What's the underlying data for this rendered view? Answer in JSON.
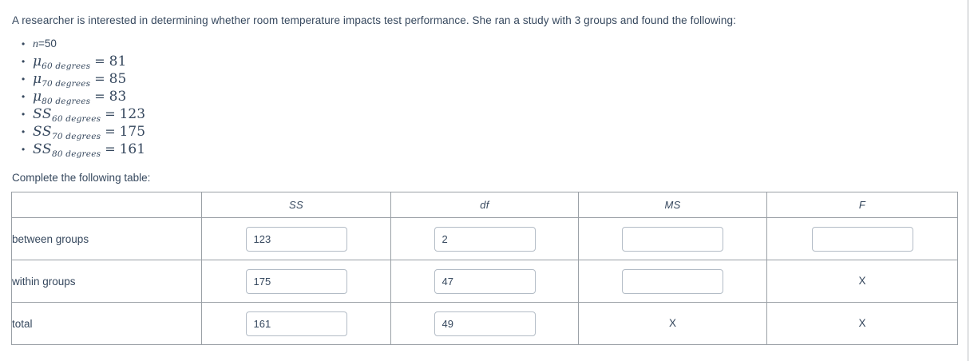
{
  "question": {
    "prompt": "A researcher is interested in determining whether room temperature impacts test performance.  She ran a study with 3 groups and found the following:",
    "instruction": "Complete the following table:",
    "givens": [
      {
        "id": "n",
        "symbol": "n",
        "subscript": "",
        "equals": "=",
        "value": "50",
        "style": "plain"
      },
      {
        "id": "mu60",
        "symbol": "μ",
        "subscript": "60 degrees",
        "equals": "=",
        "value": "81",
        "style": "math"
      },
      {
        "id": "mu70",
        "symbol": "μ",
        "subscript": "70 degrees",
        "equals": "=",
        "value": "85",
        "style": "math"
      },
      {
        "id": "mu80",
        "symbol": "μ",
        "subscript": "80 degrees",
        "equals": "=",
        "value": "83",
        "style": "math"
      },
      {
        "id": "ss60",
        "symbol": "SS",
        "subscript": "60 degrees",
        "equals": "=",
        "value": "123",
        "style": "math"
      },
      {
        "id": "ss70",
        "symbol": "SS",
        "subscript": "70 degrees",
        "equals": "=",
        "value": "175",
        "style": "math"
      },
      {
        "id": "ss80",
        "symbol": "SS",
        "subscript": "80 degrees",
        "equals": "=",
        "value": "161",
        "style": "math"
      }
    ]
  },
  "table": {
    "headers": {
      "blank": "",
      "ss": "SS",
      "df": "df",
      "ms": "MS",
      "f": "F"
    },
    "rows": [
      {
        "label": "between groups",
        "ss": {
          "type": "input",
          "value": "123"
        },
        "df": {
          "type": "input",
          "value": "2"
        },
        "ms": {
          "type": "input",
          "value": ""
        },
        "f": {
          "type": "input",
          "value": ""
        }
      },
      {
        "label": "within groups",
        "ss": {
          "type": "input",
          "value": "175"
        },
        "df": {
          "type": "input",
          "value": "47"
        },
        "ms": {
          "type": "input",
          "value": ""
        },
        "f": {
          "type": "text",
          "value": "X"
        }
      },
      {
        "label": "total",
        "ss": {
          "type": "input",
          "value": "161"
        },
        "df": {
          "type": "input",
          "value": "49"
        },
        "ms": {
          "type": "text",
          "value": "X"
        },
        "f": {
          "type": "text",
          "value": "X"
        }
      }
    ]
  },
  "colors": {
    "text": "#36485e",
    "table_border": "#9aa0a6",
    "input_border": "#b3bcc6",
    "page_rule": "#b9bcc0",
    "background": "#ffffff"
  }
}
